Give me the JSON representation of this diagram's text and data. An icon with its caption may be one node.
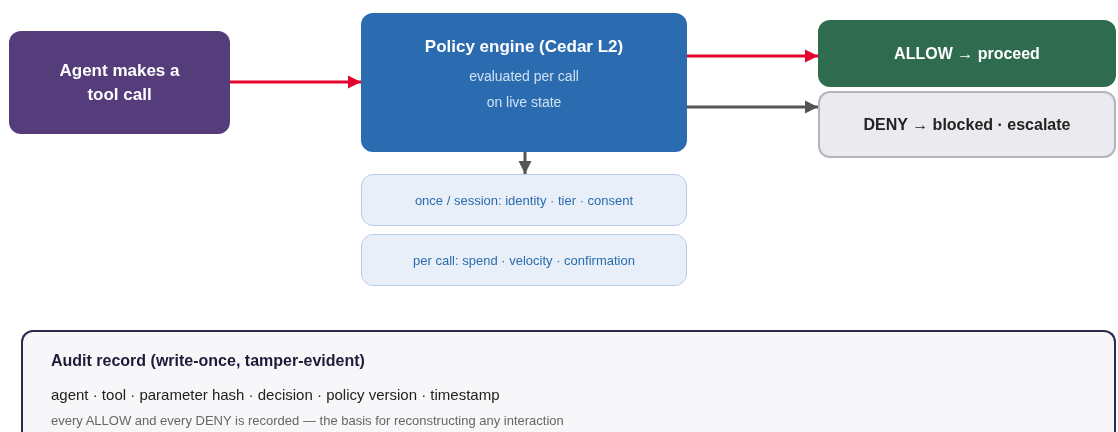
{
  "diagram": {
    "nodes": [
      {
        "text": [
          "Agent makes a tool call"
        ]
      },
      {
        "text": [
          "Policy engine (Cedar L2)",
          "evaluated per call on live state"
        ]
      },
      {
        "text": [
          "ALLOW → proceed"
        ]
      },
      {
        "text": [
          "DENY → blocked · escalate"
        ]
      },
      {
        "text": [
          "once / session: identity · tier · consent"
        ]
      },
      {
        "text": [
          "per call: spend · velocity · confirmation"
        ]
      },
      {
        "text": [
          "Audit record (write-once, tamper-evident)",
          "agent · tool · parameter hash · decision · policy version · timestamp",
          "every ALLOW and every DENY is recorded — the basis for reconstructing any interaction"
        ]
      }
    ],
    "edges": [
      {
        "from": 0,
        "to": 1,
        "arrow": "to",
        "color": "#e4032e"
      },
      {
        "from": 1,
        "to": 2,
        "arrow": "to",
        "color": "#e4032e"
      },
      {
        "from": 1,
        "to": 3,
        "arrow": "to",
        "color": "#555555"
      },
      {
        "from": 1,
        "to": 4,
        "arrow": "to",
        "color": "#555555"
      }
    ]
  }
}
